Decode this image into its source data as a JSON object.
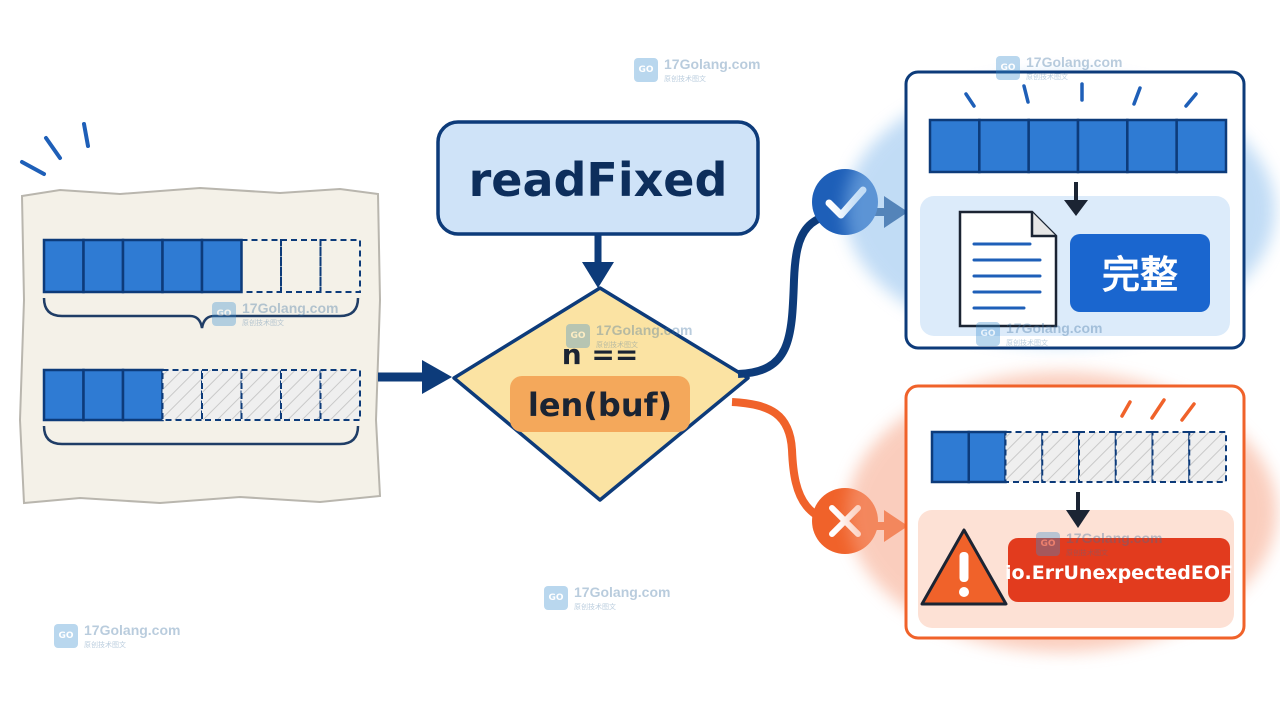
{
  "flow": {
    "function_name": "readFixed",
    "condition_line1": "n ==",
    "condition_line2": "len(buf)"
  },
  "outcomes": {
    "success": {
      "label": "完整",
      "badge": "check"
    },
    "failure": {
      "label": "io.ErrUnexpectedEOF",
      "badge": "cross"
    }
  },
  "buffers": {
    "input_top": {
      "filled": 5,
      "total": 8
    },
    "input_bottom": {
      "filled": 3,
      "total": 8
    },
    "success": {
      "filled": 6,
      "total": 6
    },
    "failure": {
      "filled": 2,
      "total": 8
    }
  },
  "watermarks": [
    {
      "site": "17Golang.com",
      "sub": "原创技术图文",
      "logo": "GO"
    },
    {
      "site": "17Golang.com",
      "sub": "原创技术图文",
      "logo": "GO"
    },
    {
      "site": "17Golang.com",
      "sub": "原创技术图文",
      "logo": "GO"
    },
    {
      "site": "17Golang.com",
      "sub": "原创技术图文",
      "logo": "GO"
    },
    {
      "site": "17Golang.com",
      "sub": "原创技术图文",
      "logo": "GO"
    },
    {
      "site": "17Golang.com",
      "sub": "原创技术图文",
      "logo": "GO"
    },
    {
      "site": "17Golang.com",
      "sub": "原创技术图文",
      "logo": "GO"
    }
  ],
  "colors": {
    "blue": "#2f7bd3",
    "navy": "#0d3b7a",
    "orange": "#f0622a",
    "red": "#e23b1e",
    "diamond": "#fbe3a3",
    "paper": "#f4f1e8"
  }
}
